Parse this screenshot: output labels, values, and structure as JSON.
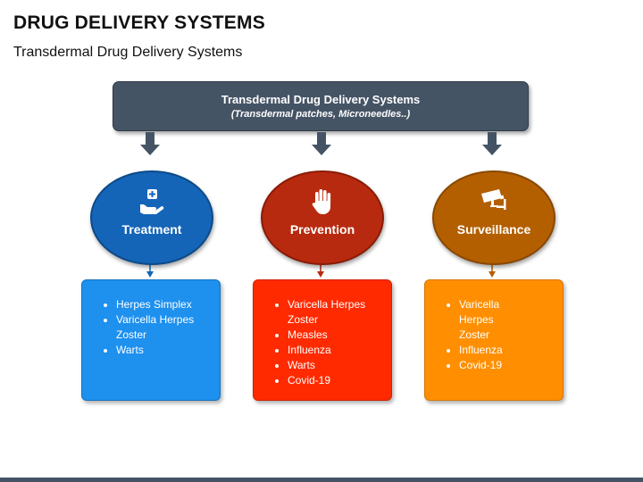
{
  "title": "DRUG DELIVERY SYSTEMS",
  "subtitle": "Transdermal Drug Delivery Systems",
  "header": {
    "title": "Transdermal Drug Delivery Systems",
    "subtitle": "(Transdermal patches, Microneedles..)"
  },
  "branches": [
    {
      "label": "Treatment",
      "icon": "hand-medical-icon",
      "circle_color": "#1465b7",
      "card_color": "#1e90ee",
      "items": [
        "Herpes Simplex",
        "Varicella Herpes Zoster",
        "Warts"
      ]
    },
    {
      "label": "Prevention",
      "icon": "stop-hand-icon",
      "circle_color": "#b82a0f",
      "card_color": "#ff2a00",
      "items": [
        "Varicella Herpes Zoster",
        "Measles",
        "Influenza",
        "Warts",
        "Covid-19"
      ]
    },
    {
      "label": "Surveillance",
      "icon": "security-camera-icon",
      "circle_color": "#b35f00",
      "card_color": "#ff8f00",
      "items": [
        "Varicella Herpes Zoster",
        "Influenza",
        "Covid-19"
      ]
    }
  ],
  "colors": {
    "header": "#455465",
    "connector": "#455465"
  }
}
